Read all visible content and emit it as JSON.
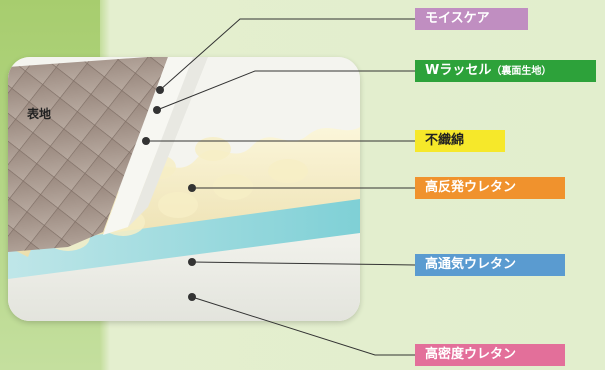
{
  "labels": {
    "surface": "表地",
    "moisture_care": "モイスケア",
    "w_russel_main": "Wラッセル",
    "w_russel_sub": "（裏面生地）",
    "nonwoven": "不織綿",
    "high_resilience": "高反発ウレタン",
    "high_breathability": "高通気ウレタン",
    "high_density": "高密度ウレタン"
  },
  "colors": {
    "moisture_care": "#c08ec1",
    "w_russel": "#2da23a",
    "nonwoven": "#f6e82a",
    "high_resilience": "#f0922d",
    "high_breathability": "#5a9bd0",
    "high_density": "#e36f9a",
    "background_green": "#a9cf72"
  }
}
